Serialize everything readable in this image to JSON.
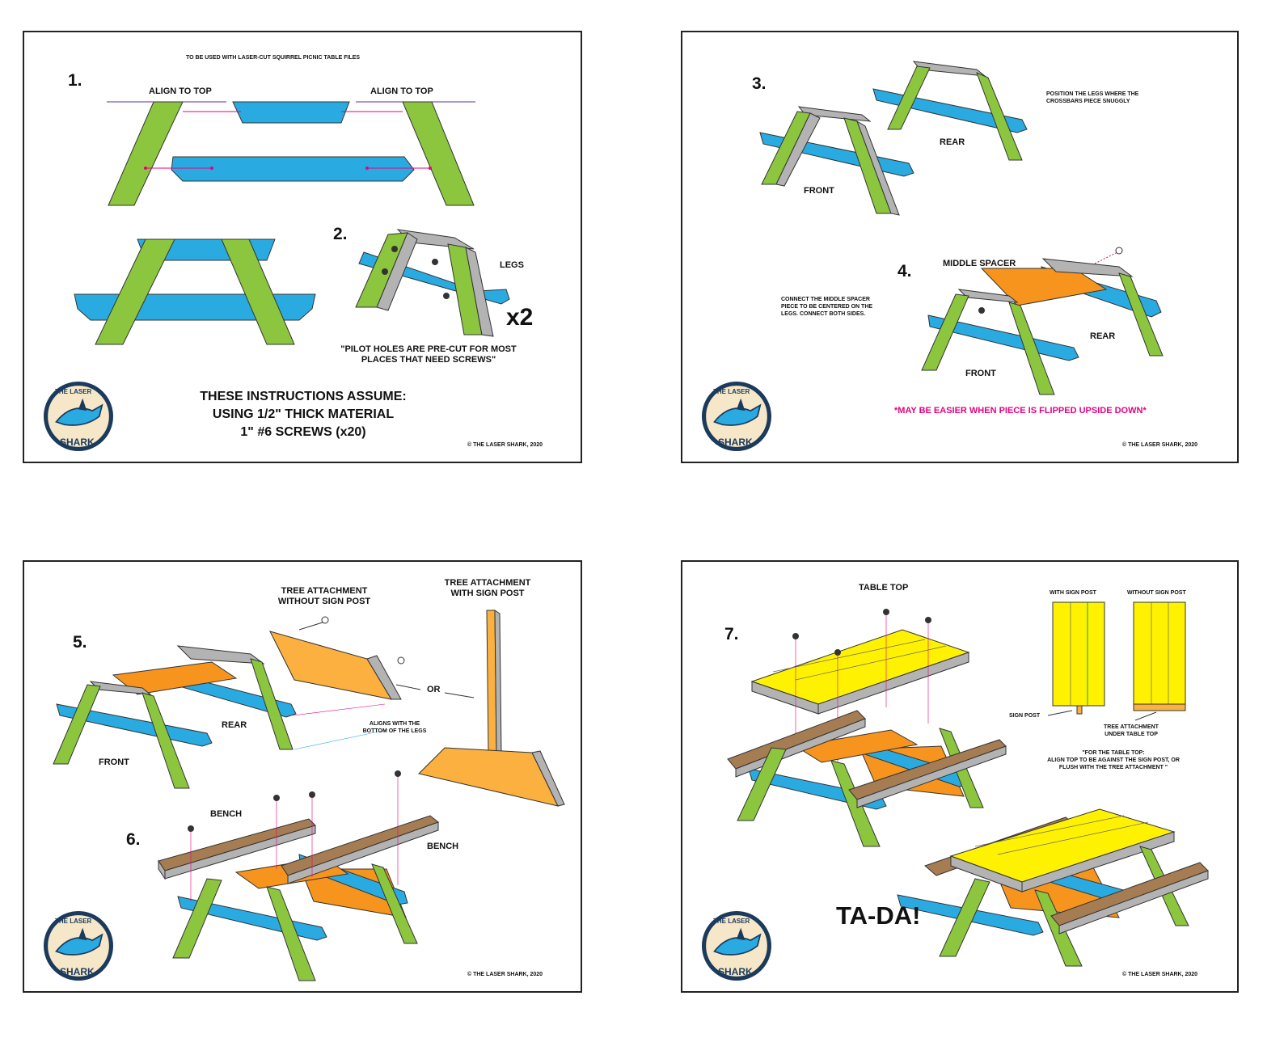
{
  "colors": {
    "green": "#8cc63f",
    "blue": "#29abe2",
    "grey": "#b3b3b3",
    "orange": "#f7941d",
    "lightorange": "#fbb040",
    "yellow": "#fff200",
    "brown": "#a67c52",
    "pink": "#e6007e",
    "navy": "#1b3a5c"
  },
  "panel1": {
    "header": "TO BE USED WITH LASER-CUT SQUIRREL PICNIC TABLE FILES",
    "step1": "1.",
    "align_left": "ALIGN TO TOP",
    "align_right": "ALIGN TO TOP",
    "step2": "2.",
    "legs": "LEGS",
    "x2": "x2",
    "pilot1": "\"PILOT HOLES ARE PRE-CUT FOR MOST",
    "pilot2": "PLACES THAT NEED SCREWS\"",
    "assume1": "THESE INSTRUCTIONS ASSUME:",
    "assume2": "USING 1/2\" THICK MATERIAL",
    "assume3": "1\" #6 SCREWS (x20)",
    "copyright": "© THE LASER SHARK, 2020"
  },
  "panel2": {
    "step3": "3.",
    "position1": "POSITION THE LEGS WHERE THE",
    "position2": "CROSSBARS PIECE SNUGGLY",
    "rear": "REAR",
    "front": "FRONT",
    "step4": "4.",
    "middle_spacer": "MIDDLE SPACER",
    "connect1": "CONNECT THE MIDDLE SPACER",
    "connect2": "PIECE TO BE CENTERED ON THE",
    "connect3": "LEGS. CONNECT BOTH SIDES.",
    "rear2": "REAR",
    "front2": "FRONT",
    "note": "*MAY BE EASIER WHEN PIECE IS FLIPPED UPSIDE DOWN*",
    "copyright": "© THE LASER SHARK, 2020"
  },
  "panel3": {
    "step5": "5.",
    "tree_without1": "TREE ATTACHMENT",
    "tree_without2": "WITHOUT SIGN POST",
    "tree_with1": "TREE ATTACHMENT",
    "tree_with2": "WITH SIGN POST",
    "or": "OR",
    "aligns1": "ALIGNS WITH THE",
    "aligns2": "BOTTOM OF THE LEGS",
    "rear": "REAR",
    "front": "FRONT",
    "step6": "6.",
    "bench1": "BENCH",
    "bench2": "BENCH",
    "copyright": "© THE LASER SHARK, 2020"
  },
  "panel4": {
    "step7": "7.",
    "table_top": "TABLE TOP",
    "with_sign": "WITH SIGN POST",
    "without_sign": "WITHOUT SIGN POST",
    "sign_post": "SIGN POST",
    "tree_under1": "TREE ATTACHMENT",
    "tree_under2": "UNDER TABLE TOP",
    "note1": "\"FOR THE TABLE TOP:",
    "note2": "ALIGN TOP TO BE AGAINST THE SIGN POST, OR",
    "note3": "FLUSH WITH THE TREE ATTACHMENT \"",
    "tada": "TA-DA!",
    "copyright": "© THE LASER SHARK, 2020"
  },
  "logo": {
    "line1": "THE LASER",
    "line2": "SHARK"
  }
}
